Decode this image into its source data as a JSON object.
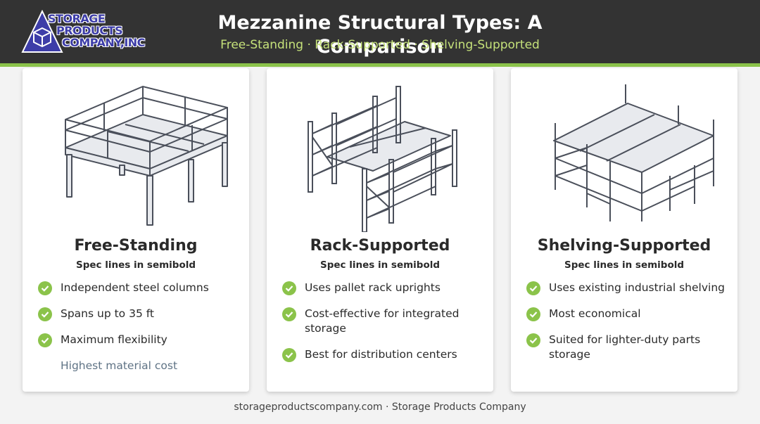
{
  "logo": {
    "lines": [
      "STORAGE",
      "PRODUCTS",
      "COMPANY,INC"
    ],
    "brand_color": "#3d3da8"
  },
  "header": {
    "title": "Mezzanine Structural Types: A Comparison",
    "subtitle": "Free-Standing · Rack-Supported · Shelving-Supported"
  },
  "colors": {
    "header_bg": "#333333",
    "accent": "#8bc34a",
    "subtitle": "#c5e17a",
    "muted": "#5f7385"
  },
  "cards": [
    {
      "name": "Free-Standing",
      "spec": "Spec lines in semibold",
      "illustration": "free-standing-mezzanine-icon",
      "features": [
        "Independent steel columns",
        "Spans up to 35 ft",
        "Maximum flexibility"
      ],
      "muted_note": "Highest material cost"
    },
    {
      "name": "Rack-Supported",
      "spec": "Spec lines in semibold",
      "illustration": "rack-supported-mezzanine-icon",
      "features": [
        "Uses pallet rack uprights",
        "Cost-effective for integrated storage",
        "Best for distribution centers"
      ]
    },
    {
      "name": "Shelving-Supported",
      "spec": "Spec lines in semibold",
      "illustration": "shelving-supported-mezzanine-icon",
      "features": [
        "Uses existing industrial shelving",
        "Most economical",
        "Suited for lighter-duty parts storage"
      ]
    }
  ],
  "footer": {
    "text": "storageproductscompany.com · Storage Products Company"
  }
}
